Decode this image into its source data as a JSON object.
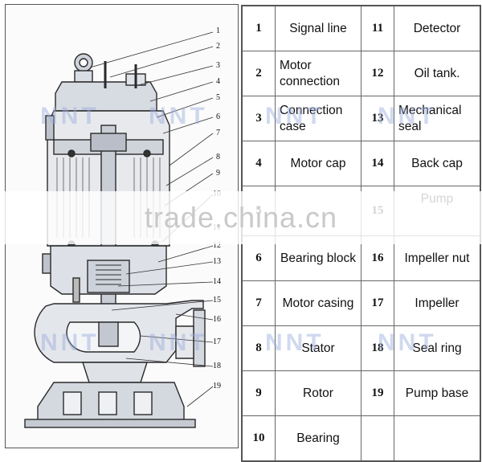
{
  "diagram": {
    "callout_numbers": [
      "1",
      "2",
      "3",
      "4",
      "5",
      "6",
      "7",
      "8",
      "9",
      "10",
      "11",
      "12",
      "13",
      "14",
      "15",
      "16",
      "17",
      "18",
      "19"
    ]
  },
  "parts": [
    {
      "num": "1",
      "name": "Signal line"
    },
    {
      "num": "2",
      "name": "Motor connection"
    },
    {
      "num": "3",
      "name": "Connection case"
    },
    {
      "num": "4",
      "name": "Motor cap"
    },
    {
      "num": "5",
      "name": ""
    },
    {
      "num": "6",
      "name": "Bearing block"
    },
    {
      "num": "7",
      "name": "Motor casing"
    },
    {
      "num": "8",
      "name": "Stator"
    },
    {
      "num": "9",
      "name": "Rotor"
    },
    {
      "num": "10",
      "name": "Bearing"
    },
    {
      "num": "11",
      "name": "Detector"
    },
    {
      "num": "12",
      "name": "Oil tank."
    },
    {
      "num": "13",
      "name": "Mechanical seal"
    },
    {
      "num": "14",
      "name": "Back cap"
    },
    {
      "num": "15",
      "name": "Pump"
    },
    {
      "num": "16",
      "name": "Impeller nut"
    },
    {
      "num": "17",
      "name": "Impeller"
    },
    {
      "num": "18",
      "name": "Seal ring"
    },
    {
      "num": "19",
      "name": "Pump base"
    },
    {
      "num": "",
      "name": ""
    }
  ],
  "watermark": {
    "site": "trade.china.cn",
    "brand": "NNT"
  }
}
